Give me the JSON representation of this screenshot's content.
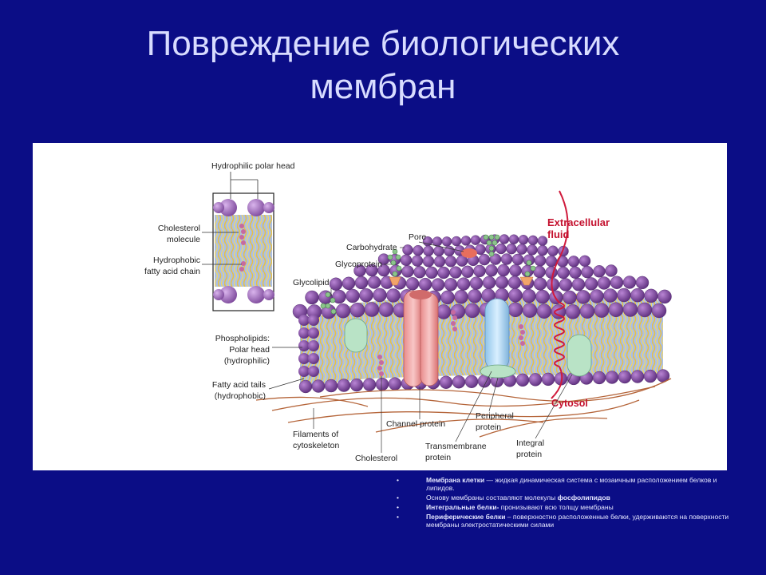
{
  "slide": {
    "title_line1": "Повреждение биологических",
    "title_line2": "мембран"
  },
  "diagram": {
    "labels": {
      "hydrophilic_polar_head": "Hydrophilic polar head",
      "cholesterol_molecule_1": "Cholesterol",
      "cholesterol_molecule_2": "molecule",
      "hydrophobic_1": "Hydrophobic",
      "hydrophobic_2": "fatty acid chain",
      "carbohydrate": "Carbohydrate",
      "pore": "Pore",
      "glycoprotein": "Glycoprotein",
      "glycolipid": "Glycolipid",
      "extracellular_1": "Extracellular",
      "extracellular_2": "fluid",
      "phospholipids_1": "Phospholipids:",
      "phospholipids_2": "Polar head",
      "phospholipids_3": "(hydrophilic)",
      "fatty_tails_1": "Fatty acid tails",
      "fatty_tails_2": "(hydrophobic)",
      "cytosol": "Cytosol",
      "filaments_1": "Filaments of",
      "filaments_2": "cytoskeleton",
      "channel_protein": "Channel protein",
      "peripheral_1": "Peripheral",
      "peripheral_2": "protein",
      "cholesterol": "Cholesterol",
      "transmembrane_1": "Transmembrane",
      "transmembrane_2": "protein",
      "integral_1": "Integral",
      "integral_2": "protein"
    },
    "colors": {
      "polar_head": "#8c5aa8",
      "tails": "#e8c84a",
      "core": "#a9bfe8",
      "channel_protein": "#ef9a9a",
      "transmembrane_protein": "#a9d4f0",
      "integral_protein": "#b9e3c6",
      "extracellular_label": "#c4122f"
    }
  },
  "notes": [
    {
      "bold": "Мембрана клетки",
      "text": " — жидкая динамическая система с мозаичным расположением белков и липидов."
    },
    {
      "bold_pre": "",
      "text_pre": "Основу мембраны составляют молекулы ",
      "bold_post": "фосфолипидов"
    },
    {
      "bold": "Интегральные белки-",
      "text": " пронизывают всю толщу мембраны"
    },
    {
      "bold": "Периферические белки",
      "text": " – поверхностно расположенные белки, удерживаются на поверхности мембраны электростатическими силами"
    }
  ]
}
